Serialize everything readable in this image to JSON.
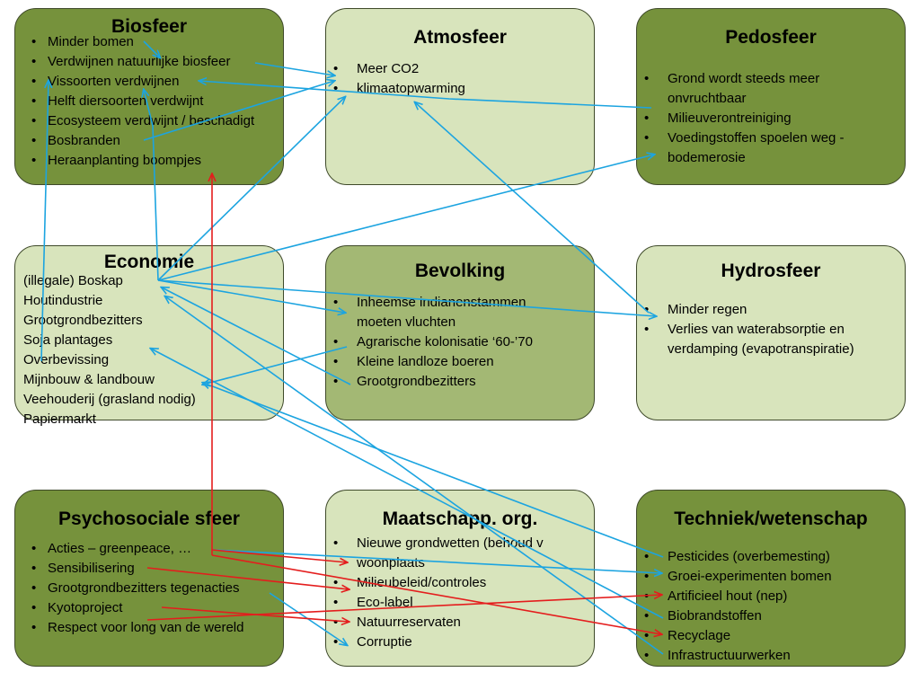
{
  "colors": {
    "dark": "#76923c",
    "mid": "#a3b874",
    "light": "#d8e4bc",
    "blue_arrow": "#1ca4e0",
    "red_arrow": "#e41d1d"
  },
  "biosfeer": {
    "title": "Biosfeer",
    "items": [
      "Minder bomen",
      "Verdwijnen natuurlijke biosfeer",
      "Vissoorten verdwijnen",
      "Helft diersoorten verdwijnt",
      "Ecosysteem verdwijnt / beschadigt",
      "Bosbranden",
      "Heraanplanting boompjes"
    ]
  },
  "atmosfeer": {
    "title": "Atmosfeer",
    "items": [
      "Meer CO2",
      "klimaatopwarming"
    ]
  },
  "pedosfeer": {
    "title": "Pedosfeer",
    "items": [
      "Grond wordt steeds meer",
      "onvruchtbaar",
      "Milieuverontreiniging",
      "Voedingstoffen spoelen weg -",
      "bodemerosie"
    ]
  },
  "economie": {
    "title": "Economie",
    "items": [
      "(illegale) Boskap",
      "Houtindustrie",
      "Grootgrondbezitters",
      "Soja plantages",
      "Overbevissing",
      "Mijnbouw & landbouw",
      "Veehouderij (grasland nodig)",
      "Papiermarkt"
    ]
  },
  "bevolking": {
    "title": "Bevolking",
    "items": [
      "Inheemse indianenstammen",
      "moeten vluchten",
      "Agrarische kolonisatie ‘60-’70",
      "Kleine landloze boeren",
      "Grootgrondbezitters"
    ]
  },
  "hydrosfeer": {
    "title": "Hydrosfeer",
    "items": [
      "Minder regen",
      "Verlies van waterabsorptie en",
      "verdamping (evapotranspiratie)"
    ]
  },
  "psychosociaal": {
    "title": "Psychosociale sfeer",
    "items": [
      "Acties – greenpeace, …",
      "Sensibilisering",
      "Grootgrondbezitters tegenacties",
      "Kyotoproject",
      "Respect voor long van de wereld"
    ]
  },
  "maatschappij": {
    "title": "Maatschapp. org.",
    "items": [
      "Nieuwe grondwetten (behoud v",
      "woonplaats",
      "Milieubeleid/controles",
      "Eco-label",
      "Natuurreservaten",
      "Corruptie"
    ]
  },
  "techniek": {
    "title": "Techniek/wetenschap",
    "items": [
      "Pesticides (overbemesting)",
      "Groei-experimenten bomen",
      "Artificieel hout (nep)",
      "Biobrandstoffen",
      "Recyclage",
      "Infrastructuurwerken"
    ]
  }
}
